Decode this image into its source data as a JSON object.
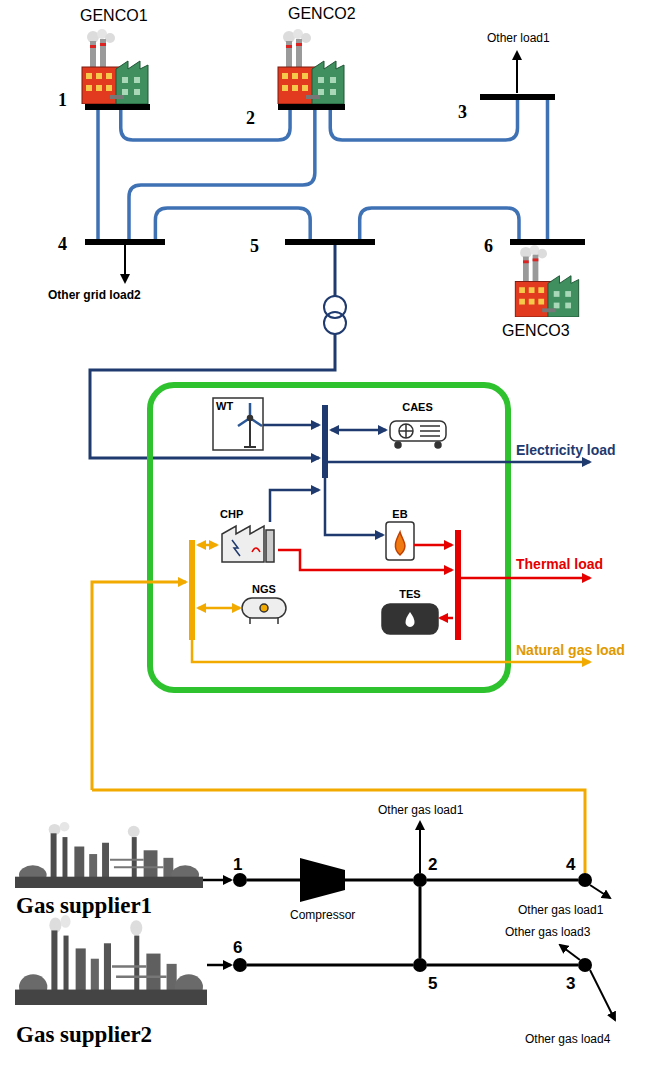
{
  "diagram": {
    "nodes": [
      {
        "text": [
          "1"
        ]
      },
      {
        "text": [
          "2"
        ]
      },
      {
        "text": [
          "3"
        ]
      },
      {
        "text": [
          "4"
        ]
      },
      {
        "text": [
          "5"
        ]
      },
      {
        "text": [
          "6"
        ]
      },
      {
        "text": [
          "WT"
        ]
      },
      {
        "text": [
          "CAES"
        ]
      },
      {
        "text": [
          "CHP"
        ]
      },
      {
        "text": [
          "EB"
        ]
      },
      {
        "text": [
          "NGS"
        ]
      },
      {
        "text": [
          "TES"
        ]
      },
      {
        "text": [
          "1"
        ]
      },
      {
        "text": [
          "Compressor"
        ]
      },
      {
        "text": [
          "2"
        ]
      },
      {
        "text": [
          "4"
        ]
      },
      {
        "text": [
          "6"
        ]
      },
      {
        "text": [
          "5"
        ]
      },
      {
        "text": [
          "3"
        ]
      }
    ],
    "edges": [
      {
        "from": 0,
        "to": 1,
        "arrow": "none"
      },
      {
        "from": 1,
        "to": 2,
        "arrow": "none"
      },
      {
        "from": 1,
        "to": 3,
        "arrow": "none"
      },
      {
        "from": 0,
        "to": 3,
        "arrow": "none"
      },
      {
        "from": 2,
        "to": 5,
        "arrow": "none"
      },
      {
        "from": 3,
        "to": 4,
        "arrow": "none"
      },
      {
        "from": 4,
        "to": 5,
        "arrow": "none"
      },
      {
        "from": 12,
        "to": 13,
        "arrow": "none"
      },
      {
        "from": 13,
        "to": 14,
        "arrow": "none"
      },
      {
        "from": 14,
        "to": 15,
        "arrow": "none"
      },
      {
        "from": 14,
        "to": 17,
        "arrow": "none"
      },
      {
        "from": 16,
        "to": 17,
        "arrow": "none"
      },
      {
        "from": 17,
        "to": 18,
        "arrow": "none"
      }
    ],
    "labels": [
      "GENCO1",
      "GENCO2",
      "Other load1",
      "Other grid load2",
      "GENCO3",
      "Electricity load",
      "Thermal load",
      "Natural gas load",
      "Other gas load1",
      "Gas supplier1",
      "Other gas load1",
      "Other gas load3",
      "Gas supplier2",
      "Other gas load4"
    ]
  }
}
